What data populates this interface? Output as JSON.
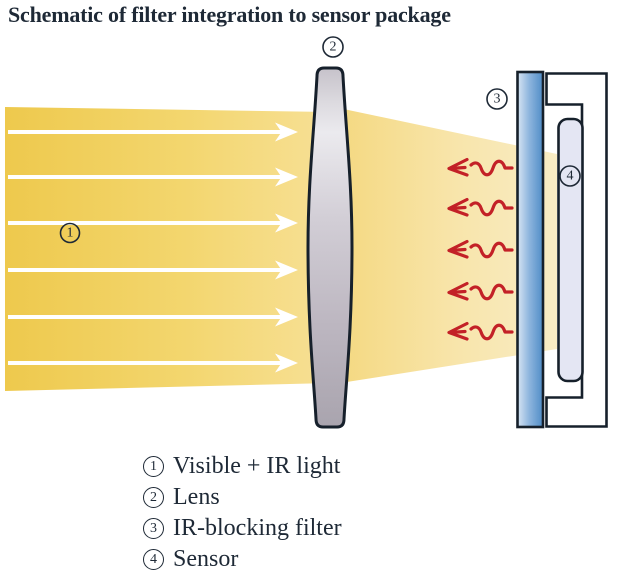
{
  "title": "Schematic of filter integration to sensor package",
  "colors": {
    "ink": "#1e2936",
    "outline": "#16202b",
    "beam-gold": "#efca4e",
    "beam-pale": "#f8e7b4",
    "filter-blue": "#4f8cc6",
    "lens-gray": "#b9b3bd",
    "sensor-lavender": "#e4e6f3",
    "ir-red": "#c32127",
    "arrow-white": "#ffffff"
  },
  "diagram": {
    "markers": [
      {
        "number": "1"
      },
      {
        "number": "2"
      },
      {
        "number": "3"
      },
      {
        "number": "4"
      }
    ]
  },
  "legend": {
    "items": [
      {
        "number": "1",
        "label": "Visible + IR light"
      },
      {
        "number": "2",
        "label": "Lens"
      },
      {
        "number": "3",
        "label": "IR-blocking filter"
      },
      {
        "number": "4",
        "label": "Sensor"
      }
    ]
  }
}
